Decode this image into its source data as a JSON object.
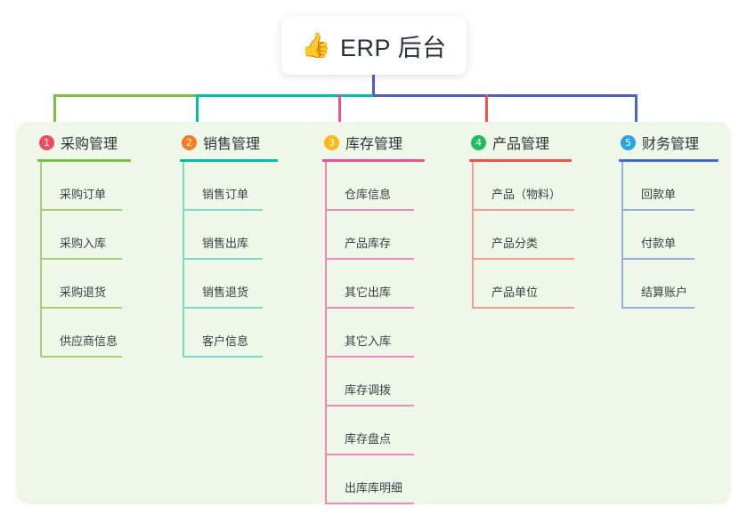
{
  "title": {
    "emoji": "👍",
    "emoji_name": "thumbs-up-icon",
    "text": "ERP 后台"
  },
  "theme": {
    "page_bg": "#ffffff",
    "panel_bg": "#eef7e8",
    "card_bg": "#ffffff",
    "title_color": "#2c3038",
    "stem_color": "#4a5fc1",
    "bus_segment_1": "#7ac143",
    "bus_segment_2": "#00c2a0",
    "bus_segment_3": "#4a5fc1"
  },
  "chart_data": {
    "type": "diagram",
    "diagram_kind": "org-chart",
    "root": "ERP 后台",
    "columns": 5,
    "total_leaves": 20
  },
  "columns": [
    {
      "index": "1",
      "badge_color": "#f04a63",
      "bar_color": "#7ac143",
      "line_color": "#a3cf7a",
      "drop_color": "#7ac143",
      "title": "采购管理",
      "items": [
        "采购订单",
        "采购入库",
        "采购退货",
        "供应商信息"
      ]
    },
    {
      "index": "2",
      "badge_color": "#f57c20",
      "bar_color": "#00c2a0",
      "line_color": "#7fd9c9",
      "drop_color": "#00c2a0",
      "title": "销售管理",
      "items": [
        "销售订单",
        "销售出库",
        "销售退货",
        "客户信息"
      ]
    },
    {
      "index": "3",
      "badge_color": "#fcb814",
      "bar_color": "#ef4f97",
      "line_color": "#f089ba",
      "drop_color": "#ef4f97",
      "title": "库存管理",
      "items": [
        "仓库信息",
        "产品库存",
        "其它出库",
        "其它入库",
        "库存调拨",
        "库存盘点",
        "出库库明细"
      ]
    },
    {
      "index": "4",
      "badge_color": "#1ebe5a",
      "bar_color": "#f1504f",
      "line_color": "#f59b96",
      "drop_color": "#f1504f",
      "title": "产品管理",
      "items": [
        "产品（物料）",
        "产品分类",
        "产品单位"
      ]
    },
    {
      "index": "5",
      "badge_color": "#29a3e8",
      "bar_color": "#4169d0",
      "line_color": "#93adde",
      "drop_color": "#4169d0",
      "title": "财务管理",
      "items": [
        "回款单",
        "付款单",
        "结算账户"
      ]
    }
  ]
}
